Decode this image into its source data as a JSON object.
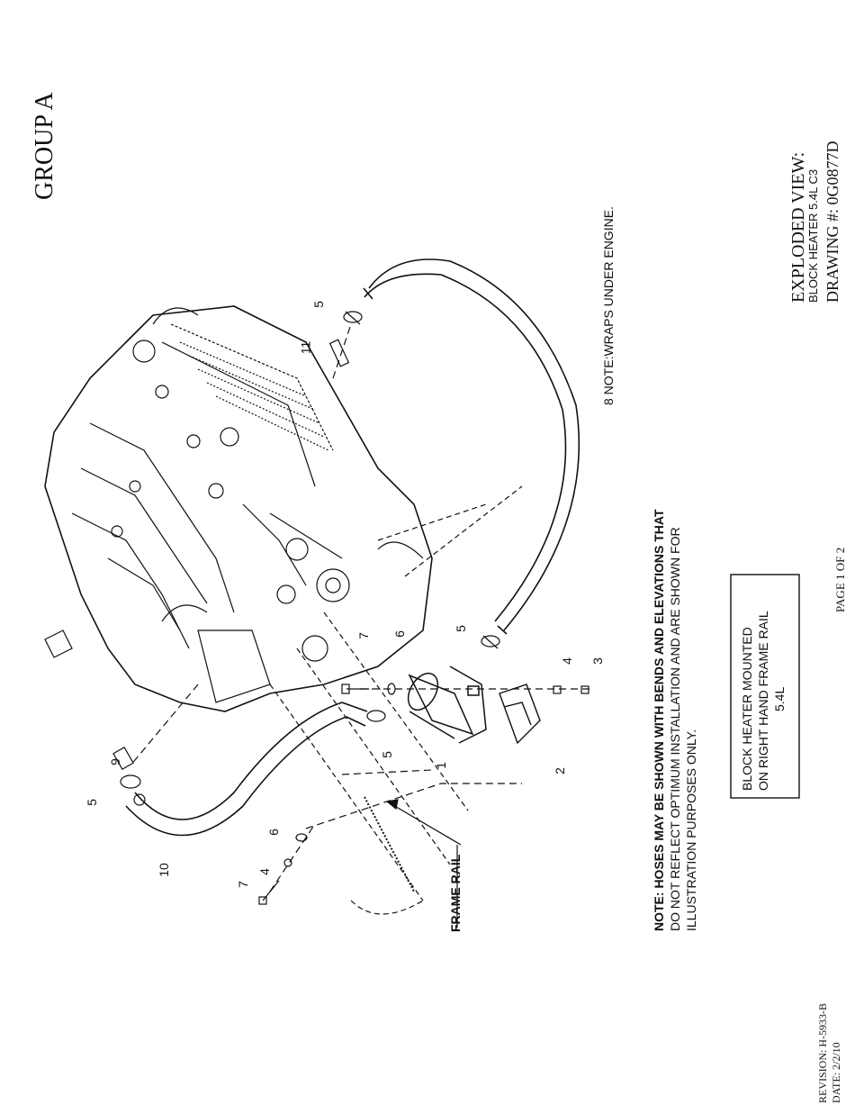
{
  "title_block": {
    "group": "GROUP  A",
    "view": "EXPLODED VIEW:",
    "subject": "BLOCK HEATER 5.4L C3",
    "drawing": "DRAWING #: 0G0877D",
    "page": "PAGE 1 OF 2",
    "revision": "REVISION:  H-5933-B",
    "date": "DATE:  2/2/10"
  },
  "notes": {
    "hoses_line1": "NOTE: HOSES MAY BE SHOWN WITH BENDS AND ELEVATIONS THAT",
    "hoses_line2": "DO NOT REFLECT OPTIMUM INSTALLATION AND ARE SHOWN FOR",
    "hoses_line3": "ILLUSTRATION PURPOSES ONLY.",
    "wraps": "8  NOTE:WRAPS UNDER ENGINE.",
    "frame_rail": "FRAME RAIL"
  },
  "box_note": {
    "line1": "BLOCK HEATER MOUNTED",
    "line2": "ON RIGHT HAND FRAME RAIL",
    "line3": "5.4L"
  },
  "callouts": [
    "1",
    "2",
    "3",
    "4",
    "5",
    "5",
    "5",
    "5",
    "6",
    "6",
    "7",
    "7",
    "9",
    "10",
    "11"
  ]
}
